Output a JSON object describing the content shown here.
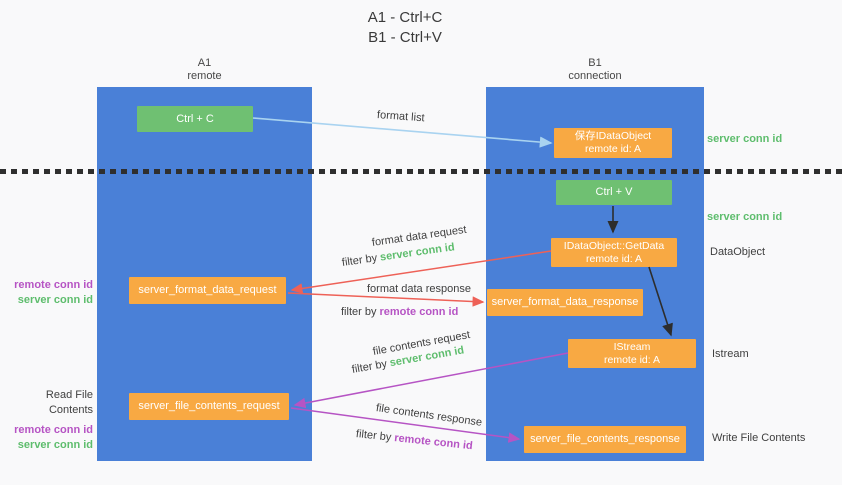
{
  "title": {
    "line1": "A1 - Ctrl+C",
    "line2": "B1 - Ctrl+V"
  },
  "lanes": {
    "a1": {
      "name": "A1",
      "subtitle": "remote"
    },
    "b1": {
      "name": "B1",
      "subtitle": "connection"
    }
  },
  "nodes": {
    "ctrl_c": {
      "label": "Ctrl + C"
    },
    "save_dataobject": {
      "line1": "保存IDataObject",
      "line2": "remote id: A"
    },
    "ctrl_v": {
      "label": "Ctrl + V"
    },
    "getdata": {
      "line1": "IDataObject::GetData",
      "line2": "remote id: A"
    },
    "format_request": {
      "label": "server_format_data_request"
    },
    "format_response": {
      "label": "server_format_data_response"
    },
    "istream": {
      "line1": "IStream",
      "line2": "remote id: A"
    },
    "file_request": {
      "label": "server_file_contents_request"
    },
    "file_response": {
      "label": "server_file_contents_response"
    }
  },
  "edge_labels": {
    "format_list": "format list",
    "format_data_request": "format data request",
    "format_data_response": "format data response",
    "file_contents_request": "file contents request",
    "file_contents_response": "file contents response",
    "filter_by": "filter by",
    "server_conn_id": "server conn id",
    "remote_conn_id": "remote conn id"
  },
  "side_labels": {
    "server_conn_id_top": "server conn id",
    "server_conn_id_mid": "server conn id",
    "dataobject": "DataObject",
    "istream": "Istream",
    "write_file_contents": "Write File Contents",
    "read_file_contents": "Read File Contents",
    "remote_conn_id_1": "remote conn id",
    "server_conn_id_1": "server conn id",
    "remote_conn_id_2": "remote conn id",
    "server_conn_id_2": "server conn id"
  },
  "colors": {
    "lane_blue": "#4a80d7",
    "box_green": "#6fc072",
    "box_orange": "#f8a943",
    "arrow_lightblue": "#a9d3f0",
    "arrow_red": "#ee6157",
    "arrow_purple": "#b654c4",
    "arrow_black": "#2d2d2d",
    "text_green": "#5ebd6d",
    "text_purple": "#b654c4",
    "background": "#f9f9fa"
  }
}
